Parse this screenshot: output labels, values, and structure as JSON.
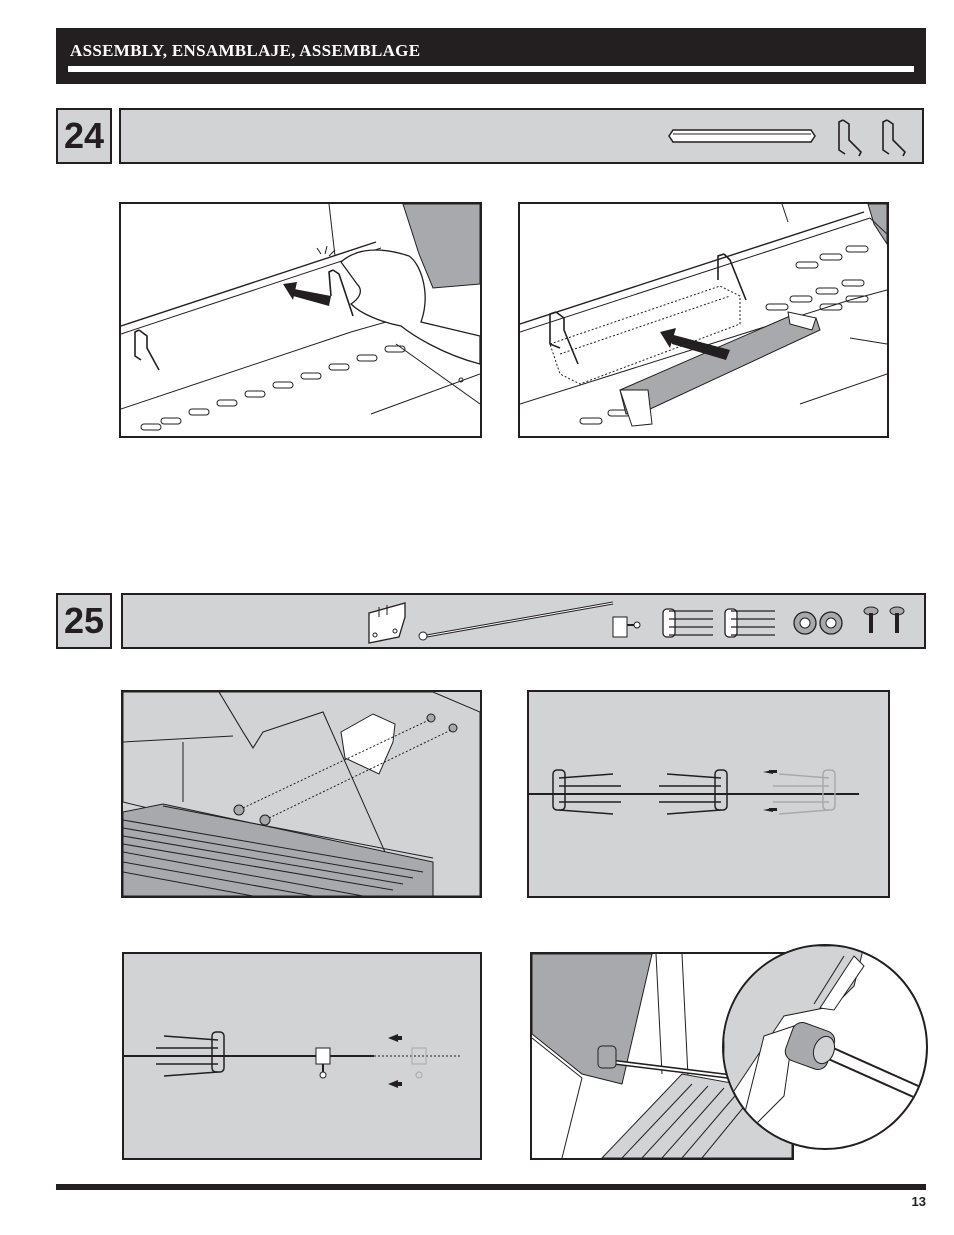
{
  "header": {
    "title": "ASSEMBLY, ENSAMBLAJE, ASSEMBLAGE"
  },
  "steps": [
    {
      "number": "24",
      "parts_icons": [
        "grease-tray-icon",
        "tray-hanger-icon",
        "tray-hanger-icon"
      ]
    },
    {
      "number": "25",
      "parts_icons": [
        "motor-bracket-icon",
        "spit-rod-icon",
        "thumbscrew-collar-icon",
        "spit-fork-icon",
        "spit-fork-icon",
        "nut-icon",
        "nut-icon",
        "screw-icon",
        "screw-icon"
      ]
    }
  ],
  "colors": {
    "ink": "#231f20",
    "panel_gray": "#d1d3d4",
    "mid_gray": "#a7a9ac"
  },
  "footer": {
    "page_number": "13"
  }
}
